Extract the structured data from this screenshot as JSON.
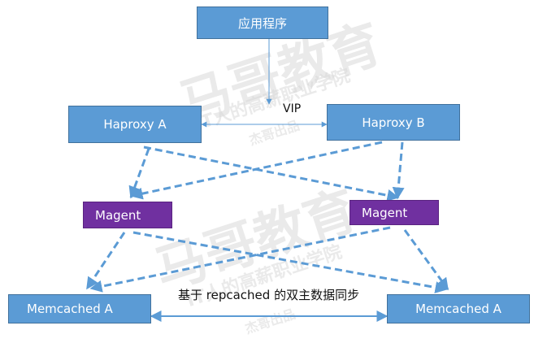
{
  "nodes": {
    "app": "应用程序",
    "haproxy_a": "Haproxy A",
    "haproxy_b": "Haproxy B",
    "magent_left": "Magent",
    "magent_right": "Magent",
    "memcached_left": "Memcached A",
    "memcached_right": "Memcached A"
  },
  "labels": {
    "vip": "VIP",
    "replication": "基于 repcached 的双主数据同步"
  },
  "watermark": {
    "brand": "马哥教育",
    "slogan": "IT人的高薪职业学院",
    "sub": "杰哥出品"
  },
  "colors": {
    "box_blue": "#5b9bd5",
    "box_purple": "#7030a0",
    "arrow_blue": "#5b9bd5"
  }
}
